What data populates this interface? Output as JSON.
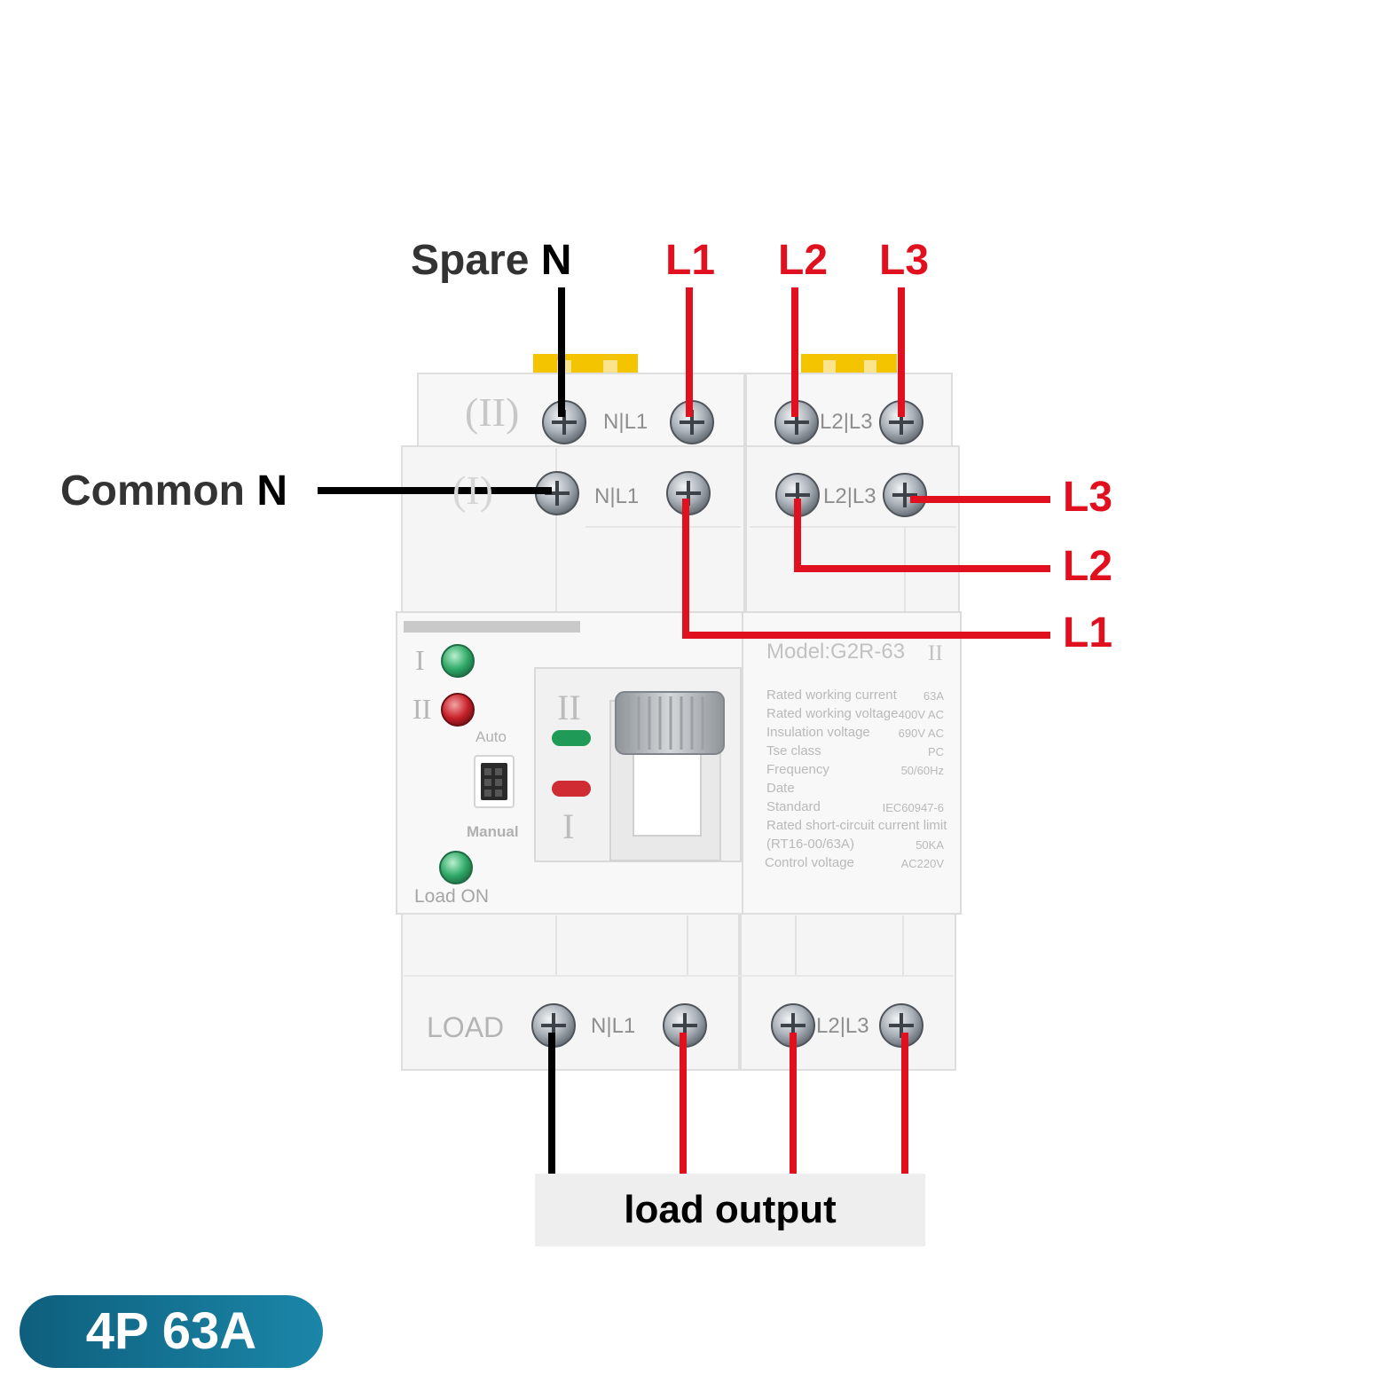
{
  "top_labels": {
    "spare_n_prefix": "Spare ",
    "spare_n_letter": "N",
    "l1": "L1",
    "l2": "L2",
    "l3": "L3"
  },
  "common_n": {
    "prefix": "Common ",
    "letter": "N"
  },
  "right_labels": {
    "l3": "L3",
    "l2": "L2",
    "l1": "L1"
  },
  "device": {
    "top_row_mark": "(II)",
    "middle_row_mark": "(I)",
    "terminal_n_l1": "N|L1",
    "terminal_l2_l3": "L2|L3",
    "load_mark": "LOAD",
    "indicator_i": "I",
    "indicator_ii": "II",
    "auto": "Auto",
    "manual": "Manual",
    "load_on": "Load ON",
    "switch_ii": "II",
    "switch_i": "I",
    "model": "Model:G2R-63",
    "model_suffix": "II",
    "specs": [
      {
        "label": "Rated working current",
        "value": "63A"
      },
      {
        "label": "Rated working voltage",
        "value": "400V AC"
      },
      {
        "label": "Insulation voltage",
        "value": "690V AC"
      },
      {
        "label": "Tse class",
        "value": "PC"
      },
      {
        "label": "Frequency",
        "value": "50/60Hz"
      },
      {
        "label": "Date",
        "value": ""
      },
      {
        "label": "Standard",
        "value": "IEC60947-6"
      },
      {
        "label": "Rated short-circuit current limit",
        "value": ""
      },
      {
        "label": "(RT16-00/63A)",
        "value": "50KA"
      },
      {
        "label": "Control voltage",
        "value": "AC220V"
      }
    ]
  },
  "load_output": "load output",
  "badge": "4P 63A",
  "colors": {
    "wire_red": "#e0101e",
    "wire_black": "#000000",
    "label_dark": "#333333",
    "badge_start": "#0e5f7d",
    "badge_end": "#1b86a8",
    "led_green": "#2fa866",
    "led_red": "#c8202a",
    "handle_yellow": "#f5c400"
  }
}
